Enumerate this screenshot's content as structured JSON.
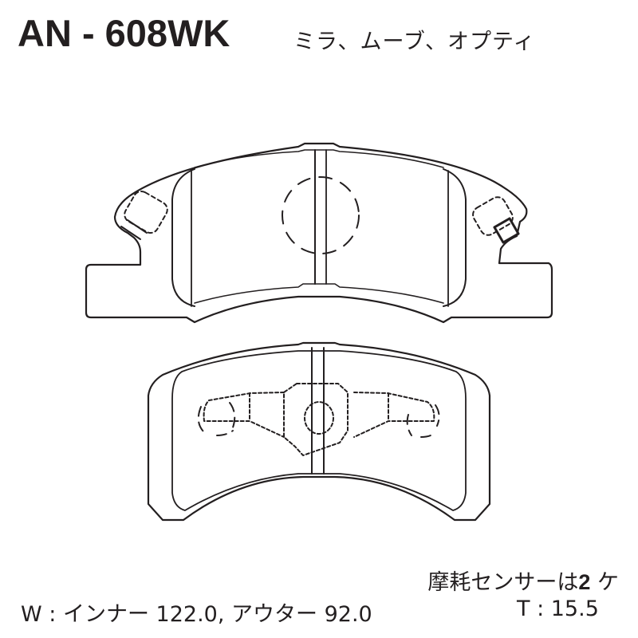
{
  "header": {
    "part_number": "AN - 608WK",
    "models": "ミラ、ムーブ、オプティ"
  },
  "diagram": {
    "upper_pad": "brake-pad-with-wear-sensors",
    "lower_pad": "brake-pad-backing-plate-view",
    "line_color": "#231f20",
    "background": "#ffffff"
  },
  "notes": {
    "sensor_prefix": "摩耗センサーは",
    "sensor_count": "2",
    "sensor_suffix": "ケ"
  },
  "dimensions": {
    "width_label": "W : インナー 122.0,  アウター 92.0",
    "thickness_label": "T : 15.5"
  }
}
